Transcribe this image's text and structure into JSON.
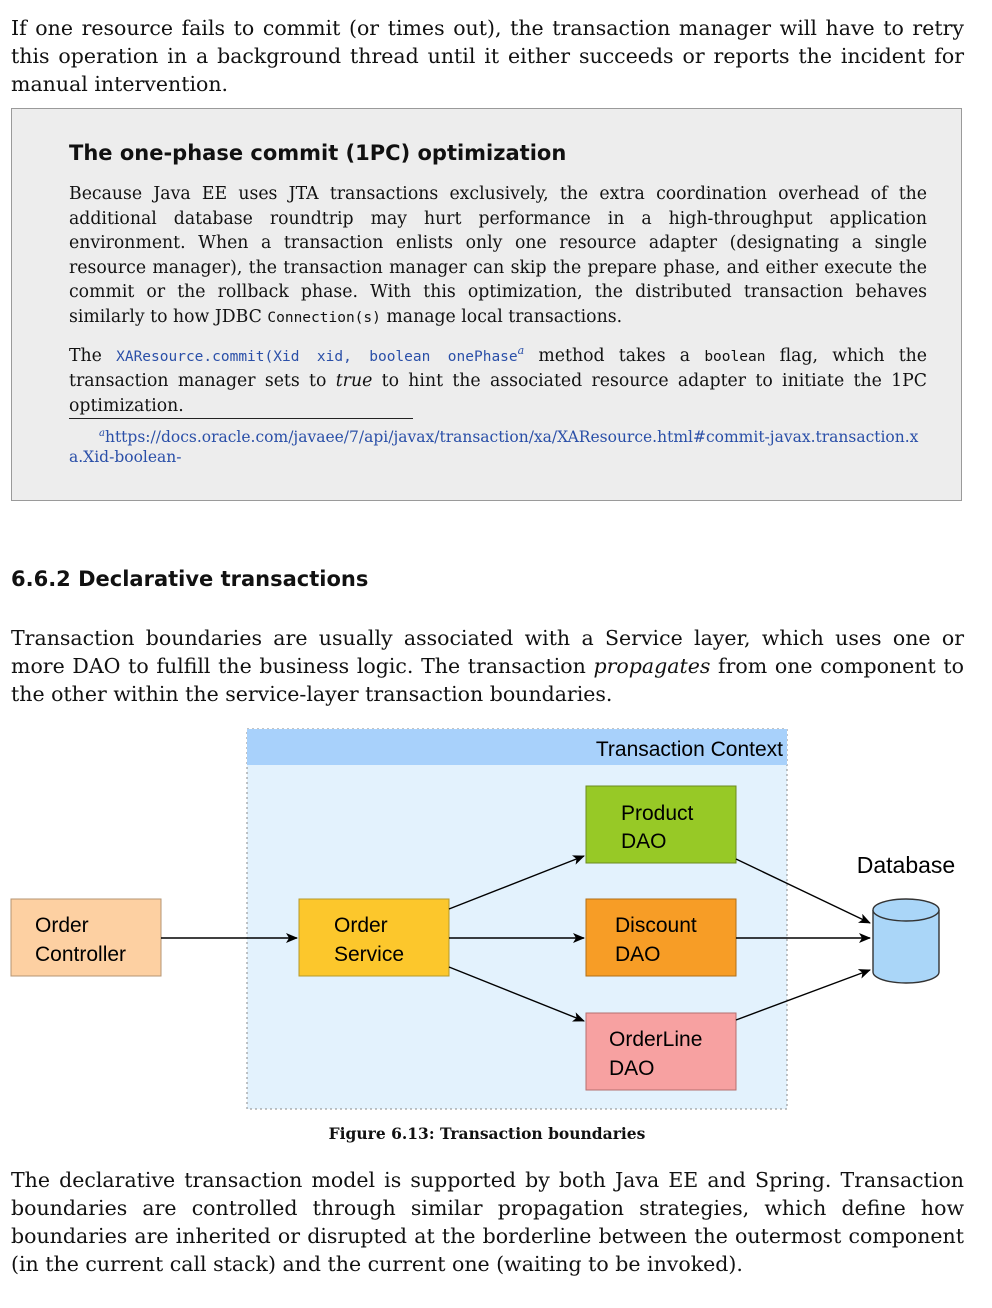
{
  "intro": {
    "text": "If one resource fails to commit (or times out), the transaction manager will have to retry this operation in a background thread until it either succeeds or reports the incident for manual intervention."
  },
  "sidebar": {
    "title": "The one-phase commit (1PC) optimization",
    "para1_text": "Because Java EE uses JTA transactions exclusively, the extra coordination overhead of the additional database roundtrip may hurt performance in a high-throughput application environment. When a transaction enlists only one resource adapter (designating a single resource manager), the transaction manager can skip the prepare phase, and either execute the commit or the rollback phase. With this optimization, the distributed transaction behaves similarly to how JDBC",
    "para1_code": "Connection(s)",
    "para1_end": "manage local transactions.",
    "para2_start": "The",
    "para2_code": "XAResource.commit(Xid xid, boolean onePhase",
    "para2_footnote_mark": "a",
    "para2_mid": "method takes a",
    "para2_code2": "boolean",
    "para2_mid2": "flag, which the transaction manager sets to",
    "para2_italic": "true",
    "para2_end": "to hint the associated resource adapter to initiate the 1PC optimization.",
    "footnote_mark": "a",
    "footnote_url": "https://docs.oracle.com/javaee/7/api/javax/transaction/xa/XAResource.html#commit-javax.transaction.xa.Xid-boolean-"
  },
  "section": {
    "heading": "6.6.2 Declarative transactions",
    "para_start": "Transaction boundaries are usually associated with a Service layer, which uses one or more DAO to fulfill the business logic. The transaction",
    "para_italic": "propagates",
    "para_end": "from one component to the other within the service-layer transaction boundaries."
  },
  "diagram": {
    "context_label": "Transaction Context",
    "order_controller": [
      "Order",
      "Controller"
    ],
    "order_service": [
      "Order",
      "Service"
    ],
    "product_dao": [
      "Product",
      "DAO"
    ],
    "discount_dao": [
      "Discount",
      "DAO"
    ],
    "orderline_dao": [
      "OrderLine",
      "DAO"
    ],
    "database_label": "Database",
    "colors": {
      "context_bg": "#e3f2fd",
      "context_header": "#a8d1fb",
      "controller": "#fdd0a2",
      "service": "#fcc72c",
      "product": "#97c926",
      "discount": "#f79d26",
      "orderline": "#f7a1a1",
      "database": "#aad6f8"
    }
  },
  "caption": "Figure 6.13: Transaction boundaries",
  "closing": {
    "text": "The declarative transaction model is supported by both Java EE and Spring. Transaction boundaries are controlled through similar propagation strategies, which define how boundaries are inherited or disrupted at the borderline between the outermost component (in the current call stack) and the current one (waiting to be invoked)."
  }
}
